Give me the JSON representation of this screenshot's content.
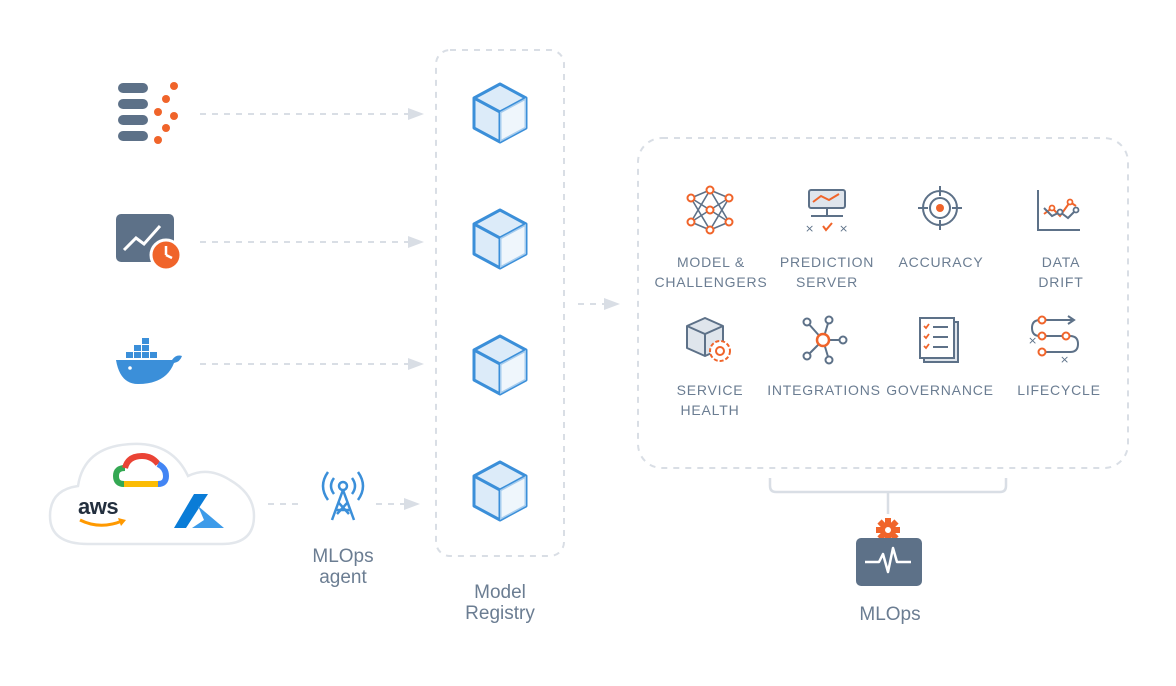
{
  "sources": [
    {
      "icon": "kafka-icon"
    },
    {
      "icon": "scheduled-chart-icon"
    },
    {
      "icon": "docker-icon"
    },
    {
      "icon": "cloud-providers-icon",
      "logos": [
        "google-cloud-logo",
        "aws-logo",
        "azure-logo"
      ],
      "aws_text": "aws"
    }
  ],
  "agent": {
    "label_line1": "MLOps",
    "label_line2": "agent",
    "icon": "antenna-icon"
  },
  "registry": {
    "label_line1": "Model",
    "label_line2": "Registry",
    "icon": "cube-icon"
  },
  "features": [
    {
      "line1": "MODEL &",
      "line2": "CHALLENGERS",
      "icon": "neural-network-icon"
    },
    {
      "line1": "PREDICTION",
      "line2": "SERVER",
      "icon": "prediction-server-icon"
    },
    {
      "line1": "ACCURACY",
      "line2": "",
      "icon": "target-icon"
    },
    {
      "line1": "DATA",
      "line2": "DRIFT",
      "icon": "drift-chart-icon"
    },
    {
      "line1": "SERVICE",
      "line2": "HEALTH",
      "icon": "service-health-icon"
    },
    {
      "line1": "INTEGRATIONS",
      "line2": "",
      "icon": "integrations-icon"
    },
    {
      "line1": "GOVERNANCE",
      "line2": "",
      "icon": "governance-icon"
    },
    {
      "line1": "LIFECYCLE",
      "line2": "",
      "icon": "lifecycle-icon"
    }
  ],
  "mlops": {
    "label": "MLOps",
    "icon": "monitor-heartbeat-icon"
  },
  "colors": {
    "slate": "#5d7188",
    "orange": "#f0642a",
    "blue": "#3b8fd9",
    "light_blue": "#dcebf9",
    "dash": "#d9dee5"
  }
}
